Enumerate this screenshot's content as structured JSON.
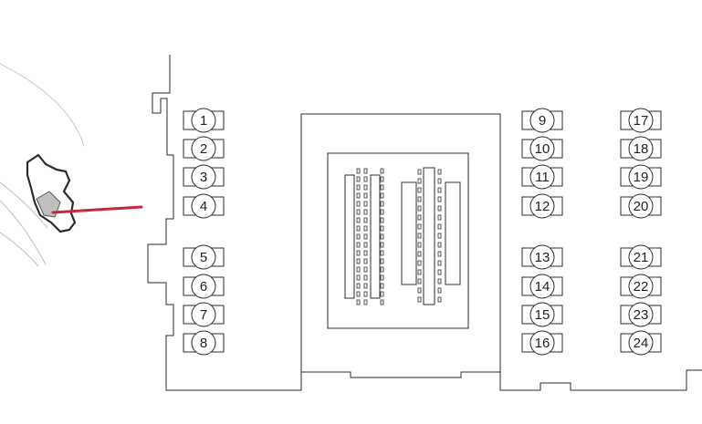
{
  "fuses": [
    {
      "label": "1"
    },
    {
      "label": "2"
    },
    {
      "label": "3"
    },
    {
      "label": "4"
    },
    {
      "label": "5"
    },
    {
      "label": "6"
    },
    {
      "label": "7"
    },
    {
      "label": "8"
    },
    {
      "label": "9"
    },
    {
      "label": "10"
    },
    {
      "label": "11"
    },
    {
      "label": "12"
    },
    {
      "label": "13"
    },
    {
      "label": "14"
    },
    {
      "label": "15"
    },
    {
      "label": "16"
    },
    {
      "label": "17"
    },
    {
      "label": "18"
    },
    {
      "label": "19"
    },
    {
      "label": "20"
    },
    {
      "label": "21"
    },
    {
      "label": "22"
    },
    {
      "label": "23"
    },
    {
      "label": "24"
    }
  ],
  "colors": {
    "outline": "#2b2b2b",
    "pointer": "#c8283c",
    "hand_fill": "#bfbfbf"
  }
}
